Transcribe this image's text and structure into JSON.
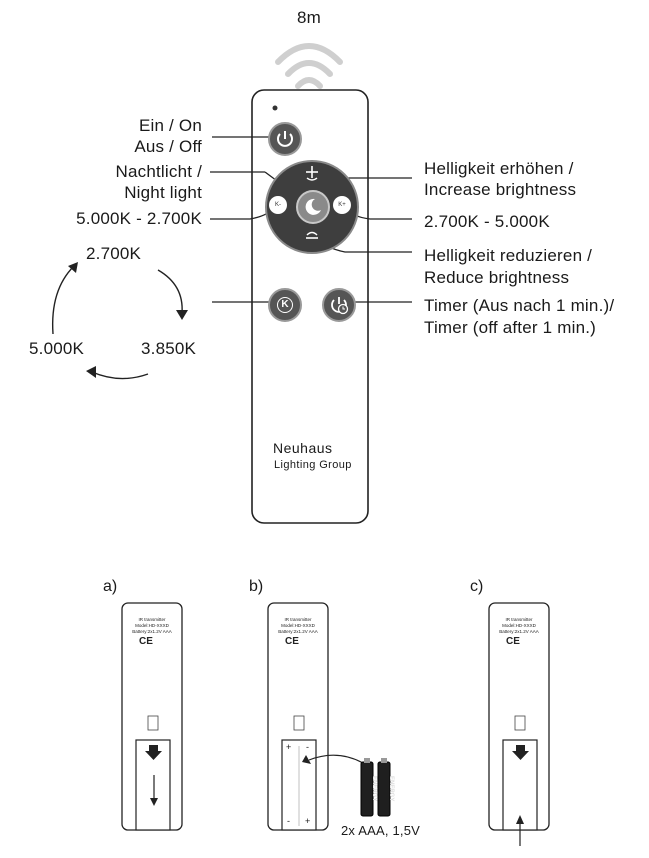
{
  "range_label": "8m",
  "labels": {
    "power": [
      "Ein / On",
      "Aus / Off"
    ],
    "night": [
      "Nachtlicht /",
      "Night light"
    ],
    "cct_left": "5.000K - 2.700K",
    "bright_up": [
      "Helligkeit erhöhen /",
      "Increase brightness"
    ],
    "cct_right": "2.700K - 5.000K",
    "bright_down": [
      "Helligkeit reduzieren /",
      "Reduce brightness"
    ],
    "timer": [
      "Timer (Aus nach 1 min.)/",
      "Timer (off after 1 min.)"
    ]
  },
  "cycle": [
    "2.700K",
    "3.850K",
    "5.000K"
  ],
  "brand": {
    "name": "Neuhaus",
    "sub": "Lighting Group"
  },
  "back_label": [
    "IR transmitter",
    "Model:HD-XXXD",
    "Battery:2x1.2V AAA"
  ],
  "ce_mark": "CE",
  "steps": [
    "a)",
    "b)",
    "c)"
  ],
  "battery_text": "2x AAA, 1,5V",
  "battery_brand": "ENERGY",
  "polarity": {
    "plus": "+",
    "minus": "-"
  },
  "button_glyphs": {
    "cct_down": "K-",
    "cct_up": "K+",
    "k": "K"
  }
}
